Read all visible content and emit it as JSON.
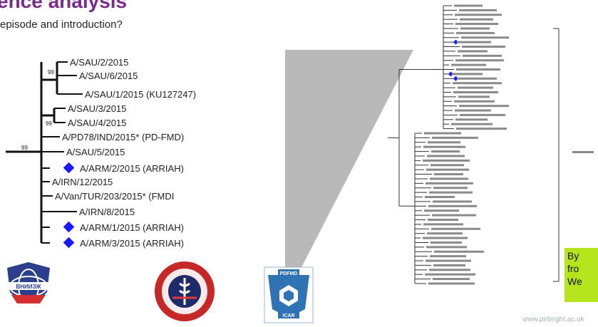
{
  "header": {
    "title": "ence analysis",
    "subtitle": "episode and introduction?"
  },
  "tree": {
    "leaves": [
      {
        "label": "A/SAU/2/2015",
        "arriah": false
      },
      {
        "label": "A/SAU/6/2015",
        "arriah": false
      },
      {
        "label": "A/SAU/1/2015 (KU127247)",
        "arriah": false
      },
      {
        "label": "A/SAU/3/2015",
        "arriah": false
      },
      {
        "label": "A/SAU/4/2015",
        "arriah": false
      },
      {
        "label": "A/PD78/IND/2015* (PD-FMD)",
        "arriah": false
      },
      {
        "label": "A/SAU/5/2015",
        "arriah": false
      },
      {
        "label": "A/ARM/2/2015 (ARRIAH)",
        "arriah": true
      },
      {
        "label": "A/IRN/12/2015",
        "arriah": false
      },
      {
        "label": "A/Van/TUR/203/2015* (FMDI",
        "arriah": false
      },
      {
        "label": "A/IRN/8/2015",
        "arriah": false
      },
      {
        "label": "A/ARM/1/2015 (ARRIAH)",
        "arriah": true
      },
      {
        "label": "A/ARM/3/2015 (ARRIAH)",
        "arriah": true
      }
    ],
    "bootstrap": [
      "99",
      "99",
      "99"
    ]
  },
  "logos": {
    "vniizzh": "ВНИИЗЖ",
    "icar_top": "PDFMD",
    "icar_bottom": "ICAR"
  },
  "callout": {
    "lines": [
      "By",
      "fro",
      "We"
    ]
  },
  "footer": {
    "url": "www.pirbright.ac.uk"
  },
  "colors": {
    "title": "#7a2a8c",
    "marker": "#1a1aff",
    "triangle": "#b9b9b9",
    "callout_bg": "#b5e61d"
  }
}
